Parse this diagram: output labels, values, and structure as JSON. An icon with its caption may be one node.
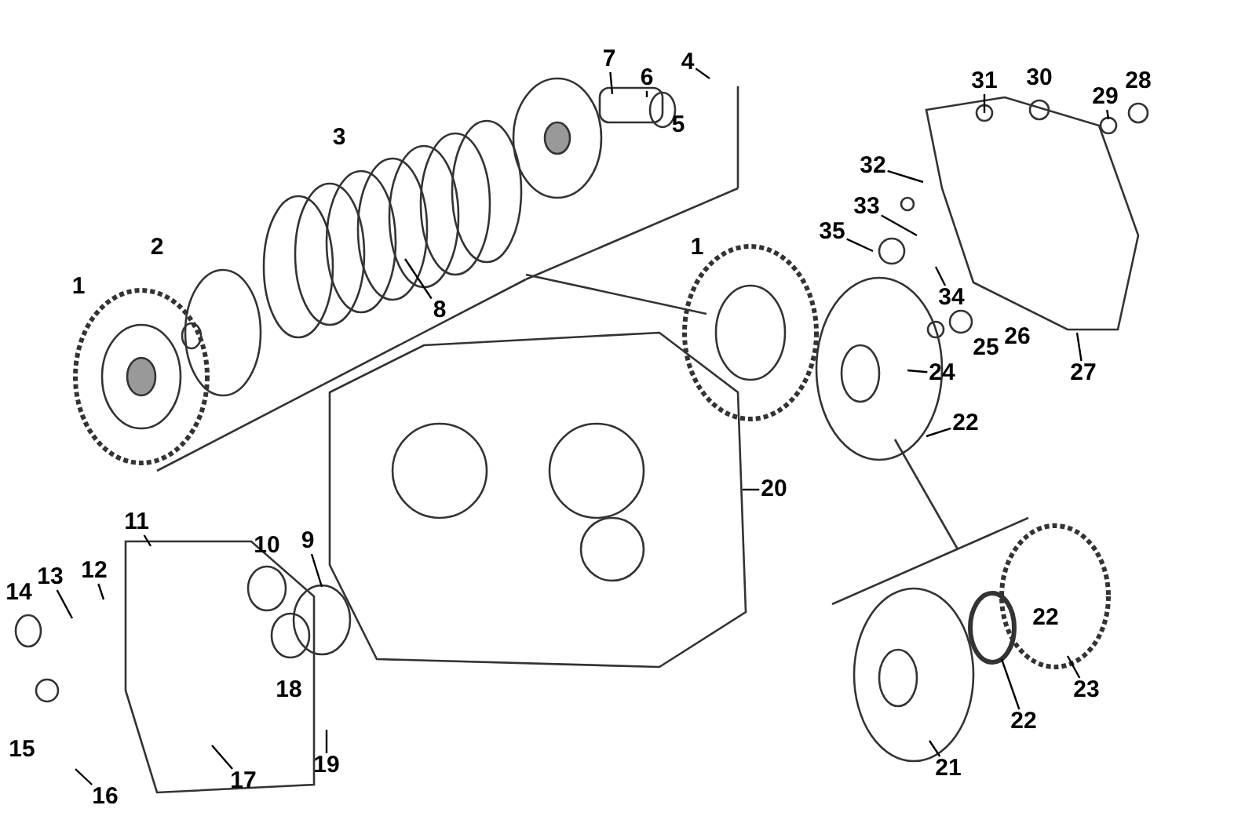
{
  "diagram": {
    "nodes": [
      {
        "text": [
          "31"
        ]
      },
      {
        "text": [
          "30"
        ]
      },
      {
        "text": [
          "29"
        ]
      },
      {
        "text": [
          "28"
        ]
      },
      {
        "text": [
          "4"
        ]
      },
      {
        "text": [
          "7"
        ]
      },
      {
        "text": [
          "6"
        ]
      },
      {
        "text": [
          "5"
        ]
      },
      {
        "text": [
          "3"
        ]
      },
      {
        "text": [
          "32"
        ]
      },
      {
        "text": [
          "33"
        ]
      },
      {
        "text": [
          "35"
        ]
      },
      {
        "text": [
          "34"
        ]
      },
      {
        "text": [
          "2"
        ]
      },
      {
        "text": [
          "1"
        ]
      },
      {
        "text": [
          "8"
        ]
      },
      {
        "text": [
          "1"
        ]
      },
      {
        "text": [
          "26"
        ]
      },
      {
        "text": [
          "25"
        ]
      },
      {
        "text": [
          "24"
        ]
      },
      {
        "text": [
          "27"
        ]
      },
      {
        "text": [
          "22"
        ]
      },
      {
        "text": [
          "20"
        ]
      },
      {
        "text": [
          "11"
        ]
      },
      {
        "text": [
          "10"
        ]
      },
      {
        "text": [
          "9"
        ]
      },
      {
        "text": [
          "13"
        ]
      },
      {
        "text": [
          "12"
        ]
      },
      {
        "text": [
          "14"
        ]
      },
      {
        "text": [
          "22"
        ]
      },
      {
        "text": [
          "23"
        ]
      },
      {
        "text": [
          "18"
        ]
      },
      {
        "text": [
          "22"
        ]
      },
      {
        "text": [
          "15"
        ]
      },
      {
        "text": [
          "19"
        ]
      },
      {
        "text": [
          "17"
        ]
      },
      {
        "text": [
          "16"
        ]
      },
      {
        "text": [
          "21"
        ]
      }
    ],
    "edges": [
      {
        "from": 0,
        "to": null,
        "arrow": "none"
      },
      {
        "from": 2,
        "to": null,
        "arrow": "none"
      },
      {
        "from": 4,
        "to": null,
        "arrow": "none"
      },
      {
        "from": 5,
        "to": null,
        "arrow": "none"
      },
      {
        "from": 6,
        "to": null,
        "arrow": "none"
      },
      {
        "from": 9,
        "to": null,
        "arrow": "none"
      },
      {
        "from": 10,
        "to": null,
        "arrow": "none"
      },
      {
        "from": 11,
        "to": null,
        "arrow": "none"
      },
      {
        "from": 12,
        "to": null,
        "arrow": "none"
      },
      {
        "from": 15,
        "to": null,
        "arrow": "none"
      },
      {
        "from": 19,
        "to": null,
        "arrow": "none"
      },
      {
        "from": 20,
        "to": null,
        "arrow": "none"
      },
      {
        "from": 21,
        "to": null,
        "arrow": "none"
      },
      {
        "from": 22,
        "to": null,
        "arrow": "none"
      },
      {
        "from": 23,
        "to": null,
        "arrow": "none"
      },
      {
        "from": 25,
        "to": null,
        "arrow": "none"
      },
      {
        "from": 26,
        "to": null,
        "arrow": "none"
      },
      {
        "from": 27,
        "to": null,
        "arrow": "none"
      },
      {
        "from": 30,
        "to": null,
        "arrow": "none"
      },
      {
        "from": 32,
        "to": null,
        "arrow": "none"
      },
      {
        "from": 34,
        "to": null,
        "arrow": "none"
      },
      {
        "from": 35,
        "to": null,
        "arrow": "none"
      },
      {
        "from": 36,
        "to": null,
        "arrow": "none"
      },
      {
        "from": 37,
        "to": null,
        "arrow": "none"
      }
    ]
  }
}
